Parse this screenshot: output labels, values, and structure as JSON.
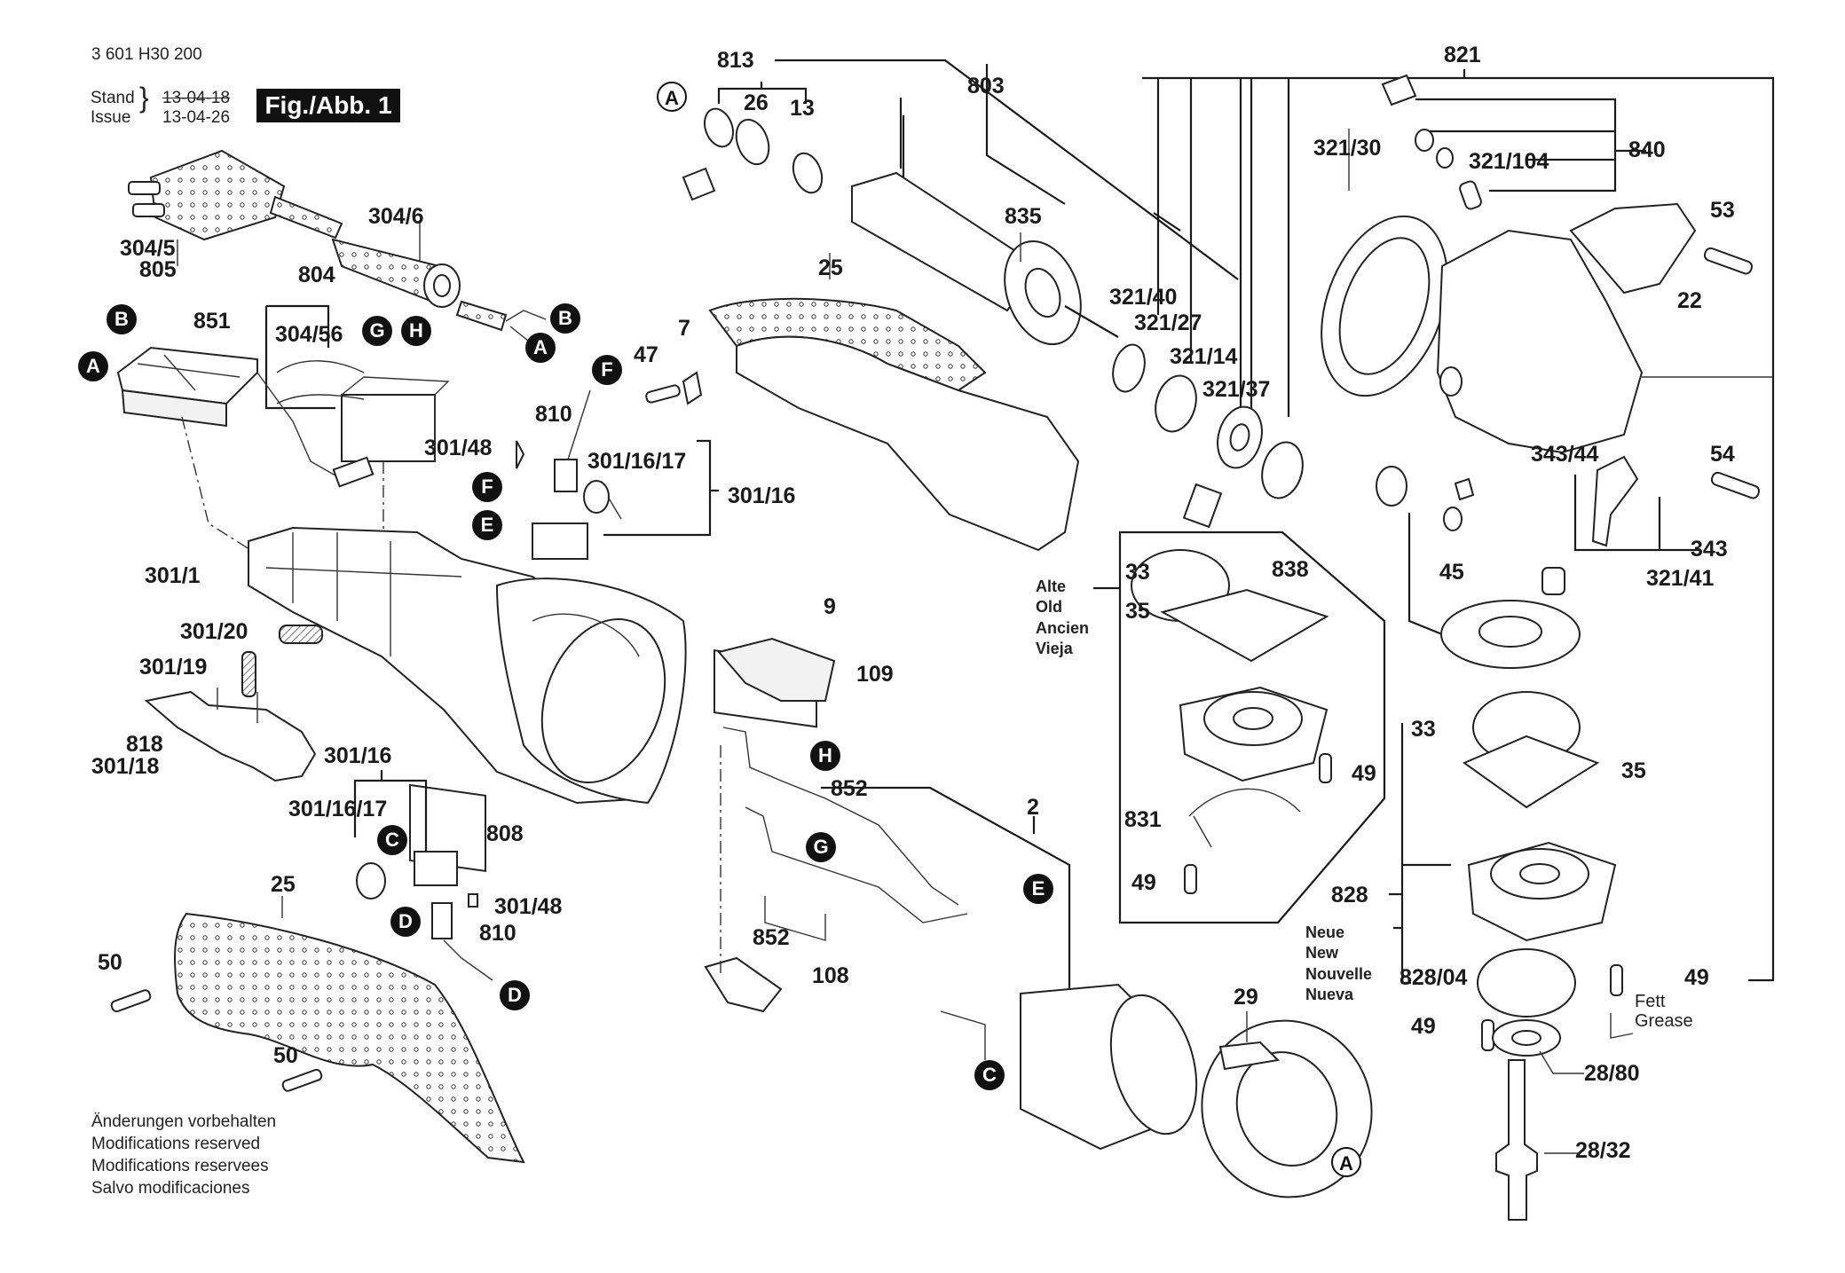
{
  "header": {
    "part_number": "3 601 H30 200",
    "stand_label": "Stand",
    "issue_label": "Issue",
    "old_date": "13-04-18",
    "issue_date": "13-04-26",
    "figure_badge": "Fig./Abb. 1"
  },
  "footer": {
    "lines": [
      "Änderungen vorbehalten",
      "Modifications reserved",
      "Modifications reservees",
      "Salvo modificaciones"
    ]
  },
  "variant_labels": {
    "old": [
      "Alte",
      "Old",
      "Ancien",
      "Vieja"
    ],
    "new": [
      "Neue",
      "New",
      "Nouvelle",
      "Nueva"
    ]
  },
  "grease_note": [
    "Fett",
    "Grease"
  ],
  "parts": {
    "p304_5": "304/5",
    "p805": "805",
    "p304_6": "304/6",
    "p804": "804",
    "p851": "851",
    "p304_56": "304/56",
    "p810a": "810",
    "p810b": "810",
    "p301_48a": "301/48",
    "p301_48b": "301/48",
    "p301_16_17a": "301/16/17",
    "p301_16a": "301/16",
    "p301_16b": "301/16",
    "p301_16_17b": "301/16/17",
    "p301_1": "301/1",
    "p301_20": "301/20",
    "p301_19": "301/19",
    "p818": "818",
    "p301_18": "301/18",
    "p9": "9",
    "p109": "109",
    "p808": "808",
    "p25a": "25",
    "p25b": "25",
    "p50a": "50",
    "p50b": "50",
    "p47": "47",
    "p7": "7",
    "p813": "813",
    "p26": "26",
    "p13": "13",
    "p803": "803",
    "p835": "835",
    "p852a": "852",
    "p852b": "852",
    "p2": "2",
    "p108": "108",
    "p29": "29",
    "p821": "821",
    "p321_30": "321/30",
    "p321_104": "321/104",
    "p840": "840",
    "p53": "53",
    "p22": "22",
    "p321_40": "321/40",
    "p321_27": "321/27",
    "p321_14": "321/14",
    "p321_37": "321/37",
    "p54": "54",
    "p343_44": "343/44",
    "p343": "343",
    "p838": "838",
    "p45": "45",
    "p321_41": "321/41",
    "p33a": "33",
    "p35a": "35",
    "p49a": "49",
    "p831": "831",
    "p49b": "49",
    "p33b": "33",
    "p35b": "35",
    "p828": "828",
    "p828_04": "828/04",
    "p49c": "49",
    "p49d": "49",
    "p28_80": "28/80",
    "p28_32": "28/32"
  },
  "connectors": {
    "A": "A",
    "B": "B",
    "C": "C",
    "D": "D",
    "E": "E",
    "F": "F",
    "G": "G",
    "H": "H"
  }
}
